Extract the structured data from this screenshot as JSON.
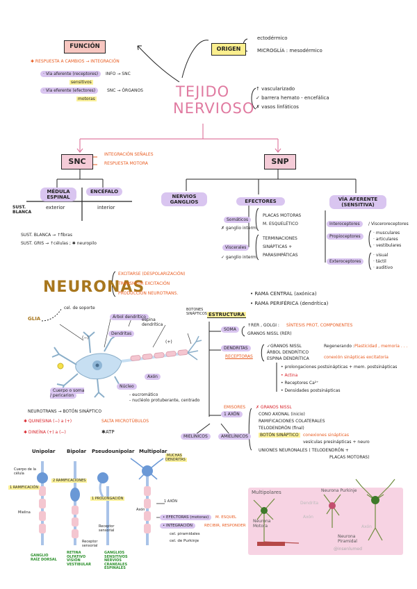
{
  "title": {
    "line1": "TEJIDO",
    "line2": "NERVIOSO"
  },
  "funcion": {
    "label": "FUNCIÓN",
    "respuesta": "✱ RESPUESTA A CAMBIOS → INTEGRACIÓN",
    "aferente_a": "· Vía aferente (receptores)",
    "aferente_b": "sensitivos",
    "aferente_c": "INFO → SNC",
    "eferente_a": "· Vía eferente (efectores)",
    "eferente_b": "motoras",
    "eferente_c": "SNC → ÓRGANOS"
  },
  "origen": {
    "label": "ORIGEN",
    "ecto": "ectodérmico",
    "micro": "MICROGLÍA : mesodérmico"
  },
  "props": {
    "vasc": "↑ vascularizado",
    "barrera": "✓ barrera hemato - encefálica",
    "vasos": "✗ vasos linfáticos"
  },
  "snc": {
    "label": "SNC",
    "int": "INTEGRACIÓN SEÑALES",
    "resp": "RESPUESTA MOTORA",
    "medula": "MÉDULA ESPINAL",
    "encefalo": "ENCÉFALO",
    "sust_blanca": "SUST. BLANCA",
    "exterior": "exterior",
    "interior": "interior",
    "sb_fibras": "SUST. BLANCA → ↑fibras",
    "sg_celulas": "SUST. GRIS → ↑células ; ✱ neuropilo"
  },
  "snp": {
    "label": "SNP",
    "ganglios": "NERVIOS GANGLIOS",
    "efectores": "EFECTORES",
    "via_aferente": "VÍA AFERENTE (SENSITIVA)",
    "somaticos": "Somáticos",
    "ganglio_x": "✗ ganglio interm.",
    "placas": "PLACAS MOTORAS",
    "musculo": "M. ESQUELÉTICO",
    "viscerales": "Viscerales",
    "ganglio_v": "✓ ganglio interm.",
    "term": "TERMINACIONES",
    "sinap": "SINÁPTICAS +",
    "para": "PARASIMPÁTICAS",
    "intero": "Interoceptores",
    "visc_rec": "/ Visceroreceptores",
    "propio": "Propioceptores",
    "musc": "· musculares",
    "artic": "· articulares",
    "vest": "· vestibulares",
    "extero": "Exteroceptores",
    "visual": "· visual",
    "tactil": "· táctil",
    "auditivo": "· auditivo"
  },
  "neuronas": {
    "title": "NEURONAS",
    "exc": "EXCITARSE (DESPOLARIZACIÓN)",
    "trans": "TRANSMITIR EXCITACIÓN",
    "prod": "PRODUCCIÓN NEUROTRANS.",
    "glia": "GLIA",
    "cel_soporte": "cel. de soporte",
    "arbol": "Árbol dendrítico",
    "espina": "espina dendrítica",
    "dendritas": "Dendritas",
    "botones": "BOTONES SINÁPTICOS",
    "minus": "(−)",
    "plus": "(+)",
    "axon": "Axón",
    "cuerpo": "Cuerpo o soma / pericarion",
    "nucleo": "Núcleo",
    "eucro": "- eucromático",
    "nucleolo": "- nucléolo protuberante, centrado",
    "neurotrans": "NEUROTRANS → BOTÓN SINÁPTICO",
    "quinesina": "✱ QUINESINA (−) a (+)",
    "micro": "SALTA MICROTÚBULOS",
    "dineina": "✱ DINEÍNA (+) a (−)",
    "atp": "✱ATP"
  },
  "estructura": {
    "label": "ESTRUCTURA",
    "rama_c": "• RAMA CENTRAL (axónica)",
    "rama_p": "• RAMA PERIFÉRICA (dendrítica)",
    "soma": "SOMA",
    "rer": "↑RER , GOLGI :",
    "sintesis": "SÍNTESIS PROT, COMPONENTES",
    "granos": "GRANOS NISSL (RER)",
    "dendritas": "DENDRITAS",
    "receptoras": "RECEPTORAS",
    "g_nissl": "✓GRANOS NISSL",
    "arbol_d": "ÁRBOL DENDRÍTICO",
    "espina_d": "ESPINA DENDRÍTICA",
    "regen": "Regenerando :",
    "plast": "Plasticidad , memoria . . .",
    "conexion": "conexión sinápticas excitatoria",
    "prot": "• prolongaciones postsinápticas + mem. postsinápticas",
    "actina": "• Actina",
    "recep": "• Receptores Ca²⁺",
    "dens": "• Densidades postsinápticas",
    "emisores": "EMISORES",
    "axon": "1 AXÓN",
    "no_nissl": "✗ GRANOS NISSL",
    "cono": "CONO AXONAL (inicio)",
    "ramif": "RAMIFICACIONES COLATERALES",
    "telod": "TELODENDRÓN (final)",
    "boton": "BOTÓN SINÁPTICO",
    "conex": "conexiones sinápticas",
    "vesic": "vesículas presinápticas + neuro",
    "uniones": "UNIONES NEURONALES ( TELODENDRÓN +",
    "placas": "PLACAS MOTORAS)",
    "mielinicos": "MIELÍNICOS",
    "amielinicos": "AMIELÍNICOS"
  },
  "tipos": {
    "uni": "Unipolar",
    "bi": "Bipolar",
    "pseudo": "Pseudounipolar",
    "multi": "Multipolar",
    "cuerpo": "Cuerpo de la célula",
    "ramif": "1 RAMIFICACIÓN",
    "mielina": "Mielina",
    "rama2": "2 RAMIFICACIONES",
    "prol": "1 PROLONGACIÓN",
    "muchas": "MUCHAS DENDRITAS",
    "axon": "Axón",
    "un_axon": "1 AXÓN",
    "receptor": "Receptor sensorial",
    "receptor2": "Receptor sensorial",
    "ganglio": "GANGLIO RAÍZ DORSAL",
    "retina": "RETINA OLFATIVO VISIÓN VESTIBULAR",
    "gang_sens": "GANGLIOS SENSITIVOS NERVIOS CRANEALES ESPINALES",
    "efectoras": "• EFECTORAS (motoras)",
    "m_esq": "M. ESQUEL",
    "integracion": "• INTEGRACIÓN",
    "recibir": "RECIBIR, RESPONDER",
    "piramid": "cel. piramidales",
    "purkinje": "cel. de Purkinje"
  },
  "multipolares": {
    "title": "Multipolares",
    "purkinje": "Neurona Purkinje",
    "motora": "Neurona Motora",
    "piramidal": "Neurona Piramidal",
    "dendrita": "Dendrita",
    "axon1": "Axón",
    "axon2": "Axón",
    "watermark": "@insenlumed"
  }
}
